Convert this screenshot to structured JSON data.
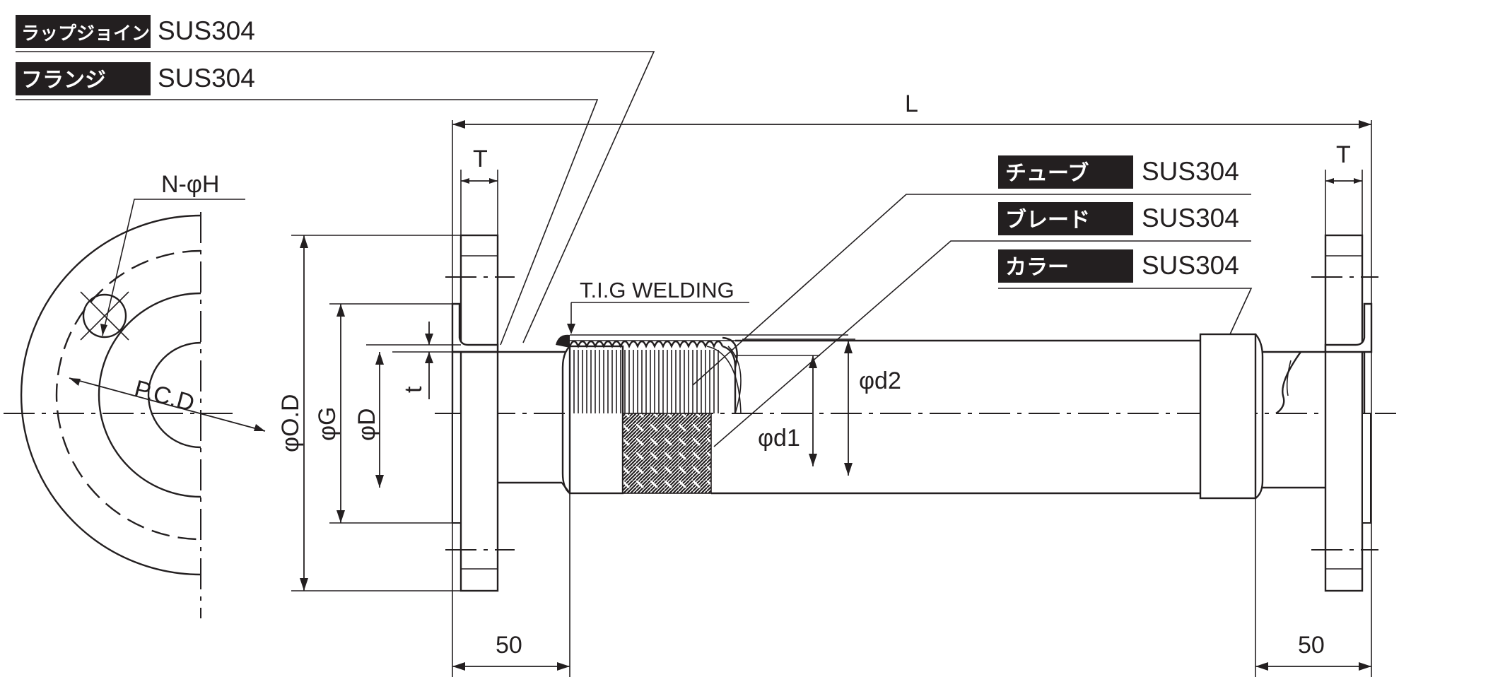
{
  "labels": {
    "lap_joint": {
      "name": "ラップジョイント",
      "material": "SUS304"
    },
    "flange": {
      "name": "フランジ",
      "material": "SUS304"
    },
    "tube": {
      "name": "チューブ",
      "material": "SUS304"
    },
    "braid": {
      "name": "ブレード",
      "material": "SUS304"
    },
    "collar": {
      "name": "カラー",
      "material": "SUS304"
    }
  },
  "dimensions": {
    "overall_length": "L",
    "flange_thickness_left": "T",
    "flange_thickness_right": "T",
    "bolt_holes": "N-φH",
    "pitch_circle": "P.C.D",
    "outer_diameter": "φO.D",
    "gasket_diameter": "φG",
    "bore_diameter": "φD",
    "wall_thickness": "t",
    "braid_od": "φd2",
    "tube_id": "φd1",
    "end_length_left": "50",
    "end_length_right": "50"
  },
  "welding": "T.I.G WELDING"
}
